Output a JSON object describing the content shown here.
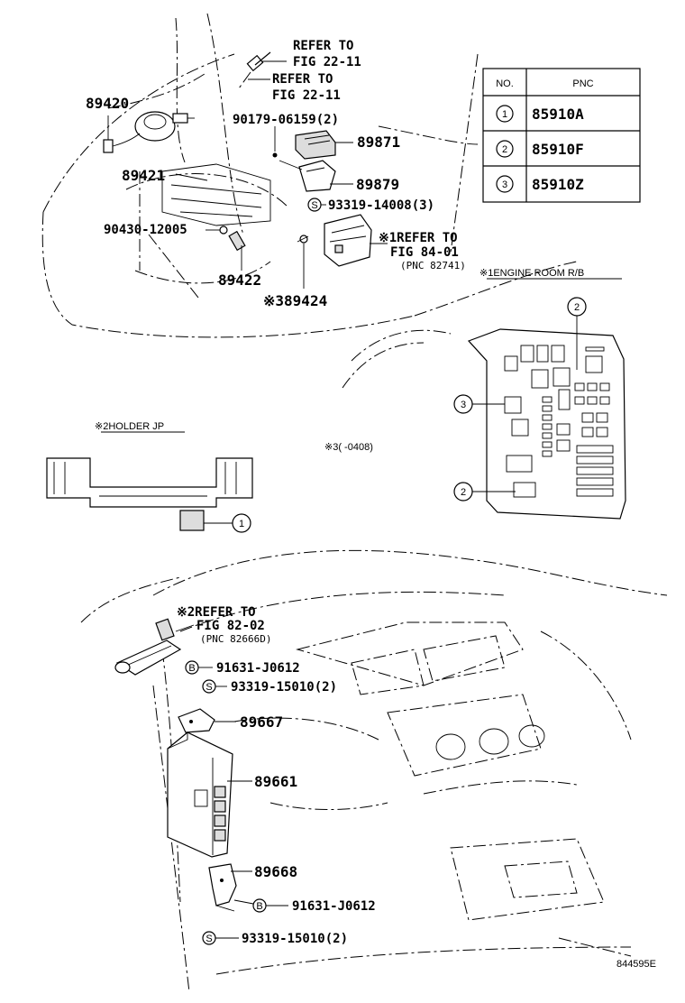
{
  "table": {
    "header_no": "NO.",
    "header_pnc": "PNC",
    "rows": [
      {
        "no": "1",
        "pnc": "85910A"
      },
      {
        "no": "2",
        "pnc": "85910F"
      },
      {
        "no": "3",
        "pnc": "85910Z"
      }
    ]
  },
  "refs": {
    "refer1_a": "REFER TO",
    "refer1_b": "FIG 22-11",
    "refer2_a": "REFER TO",
    "refer2_b": "FIG 22-11",
    "refer3_a": "※1REFER TO",
    "refer3_b": "FIG 84-01",
    "refer3_c": "(PNC 82741)",
    "refer4_a": "※2REFER TO",
    "refer4_b": "FIG 82-02",
    "refer4_c": "(PNC 82666D)"
  },
  "parts": {
    "p89420": "89420",
    "p90179": "90179-06159(2)",
    "p89871": "89871",
    "p89421": "89421",
    "p89879": "89879",
    "p93319a": "93319-14008(3)",
    "p90430": "90430-12005",
    "p89422": "89422",
    "p89424": "※389424",
    "p91631a": "91631-J0612",
    "p93319b": "93319-15010(2)",
    "p89667": "89667",
    "p89661": "89661",
    "p89668": "89668",
    "p91631b": "91631-J0612",
    "p93319c": "93319-15010(2)"
  },
  "notes": {
    "engine_rb": "※1ENGINE ROOM R/B",
    "holder": "※2HOLDER JP",
    "note3": "※3( -0408)",
    "fig_id": "844595E"
  },
  "markers": {
    "s": "S",
    "b": "B",
    "c1": "1",
    "c2": "2",
    "c3": "3"
  }
}
